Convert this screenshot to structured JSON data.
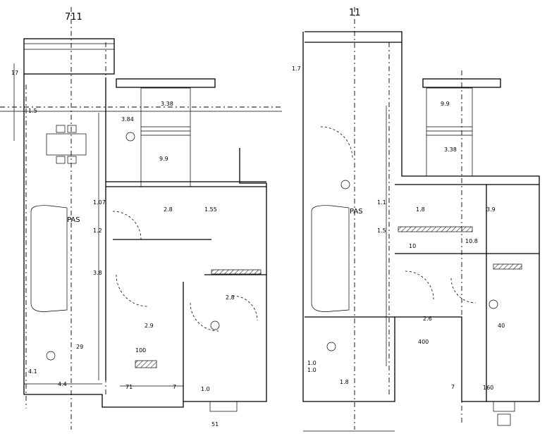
{
  "drawing": {
    "left_plan": {
      "top_dim": "711",
      "side_dim_top": "17",
      "room_dims": [
        "1.5",
        "3.84",
        "3.38",
        "2.8",
        "1.07",
        "1.2",
        "3.8",
        "1.55",
        "2.8"
      ],
      "label_pas": "PAS",
      "area_labels": [
        "9.9",
        "4.4",
        "2.9",
        "100",
        "29",
        "1.0"
      ],
      "bottom_dims": [
        "4.1",
        "7",
        "71",
        "51"
      ]
    },
    "right_plan": {
      "top_dim": "11",
      "side_dim": "1.7",
      "label_pas": "PAS",
      "room_dims": [
        "3.38",
        "9.9",
        "1.8",
        "3.9",
        "1.1",
        "10",
        "1.5",
        "10.8",
        "2.6"
      ],
      "area_labels": [
        "40",
        "1.0",
        "1.8",
        "400",
        "160"
      ],
      "bottom_dims": [
        "1.0",
        "7"
      ]
    }
  }
}
